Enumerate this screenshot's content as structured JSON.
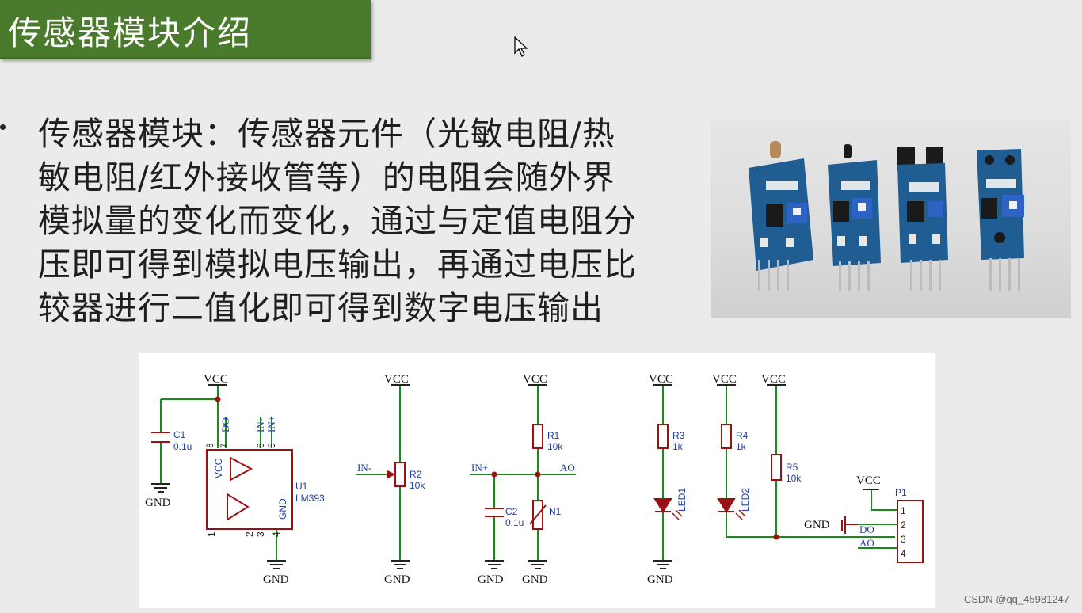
{
  "slide": {
    "title": "传感器模块介绍",
    "bullet_lines": [
      "传感器模块：传感器元件（光敏电阻/热",
      "敏电阻/红外接收管等）的电阻会随外界",
      "模拟量的变化而变化，通过与定值电阻分",
      "压即可得到模拟电压输出，再通过电压比",
      "较器进行二值化即可得到数字电压输出"
    ]
  },
  "photo": {
    "icon": "sensor-modules-photo"
  },
  "schematic": {
    "comparator": {
      "vcc": "VCC",
      "c1": "C1",
      "c1_val": "0.1u",
      "gnd1": "GND",
      "pin8": "8",
      "pin7": "7",
      "do": "DO",
      "pin6": "6",
      "pin5": "5",
      "inm": "IN-",
      "inp": "IN+",
      "vcc_pin": "VCC",
      "gnd_pin": "GND",
      "u1": "U1",
      "lm393": "LM393",
      "pin1": "1",
      "pin2": "2",
      "pin3": "3",
      "pin4": "4",
      "gnd2": "GND"
    },
    "pot": {
      "vcc": "VCC",
      "in": "IN-",
      "r2": "R2",
      "r2_val": "10k",
      "gnd": "GND"
    },
    "divider": {
      "vcc": "VCC",
      "r1": "R1",
      "r1_val": "10k",
      "in": "IN+",
      "ao": "AO",
      "c2": "C2",
      "c2_val": "0.1u",
      "n1": "N1",
      "gnd1": "GND",
      "gnd2": "GND"
    },
    "leds": {
      "vcc1": "VCC",
      "vcc2": "VCC",
      "vcc3": "VCC",
      "r3": "R3",
      "r3_val": "1k",
      "r4": "R4",
      "r4_val": "1k",
      "r5": "R5",
      "r5_val": "10k",
      "led1": "LED1",
      "led2": "LED2",
      "gnd": "GND"
    },
    "connector": {
      "vcc": "VCC",
      "p1": "P1",
      "gnd": "GND",
      "do": "DO",
      "ao": "AO",
      "n1": "1",
      "n2": "2",
      "n3": "3",
      "n4": "4"
    }
  },
  "watermark": "CSDN @qq_45981247",
  "colors": {
    "title_bg": "#4a7a2c",
    "wire": "#1a8a1a",
    "label": "#1f3fa8",
    "component": "#9b1111"
  }
}
